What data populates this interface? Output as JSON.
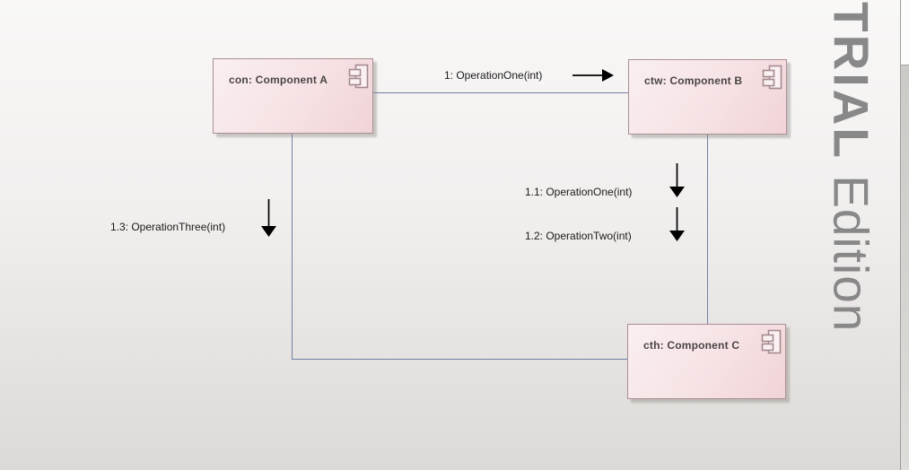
{
  "diagram": {
    "type": "uml-communication-diagram",
    "components": [
      {
        "id": "A",
        "label": "con: Component A"
      },
      {
        "id": "B",
        "label": "ctw: Component B"
      },
      {
        "id": "C",
        "label": "cth: Component C"
      }
    ],
    "links": [
      {
        "from": "A",
        "to": "B"
      },
      {
        "from": "B",
        "to": "C"
      },
      {
        "from": "A",
        "to": "C"
      }
    ],
    "messages": [
      {
        "seq": "1",
        "label": "1: OperationOne(int)",
        "from": "A",
        "to": "B",
        "arrow_direction": "right"
      },
      {
        "seq": "1.1",
        "label": "1.1: OperationOne(int)",
        "from": "B",
        "to": "C",
        "arrow_direction": "down"
      },
      {
        "seq": "1.2",
        "label": "1.2: OperationTwo(int)",
        "from": "B",
        "to": "C",
        "arrow_direction": "down"
      },
      {
        "seq": "1.3",
        "label": "1.3: OperationThree(int)",
        "from": "A",
        "to": "C",
        "arrow_direction": "down"
      }
    ],
    "colors": {
      "node_fill_light": "#faeff0",
      "node_fill_dark": "#f1d3d7",
      "node_border": "#a98e92",
      "node_text": "#4a4446",
      "link_line": "#7081a5",
      "arrow": "#000000",
      "message_text": "#1a1a1a",
      "background_top": "#f9f8f7",
      "background_bottom": "#dcd9d6",
      "watermark_text": "#888888"
    }
  },
  "watermark": {
    "bold_part": "TRIAL",
    "normal_part": " Edition"
  }
}
